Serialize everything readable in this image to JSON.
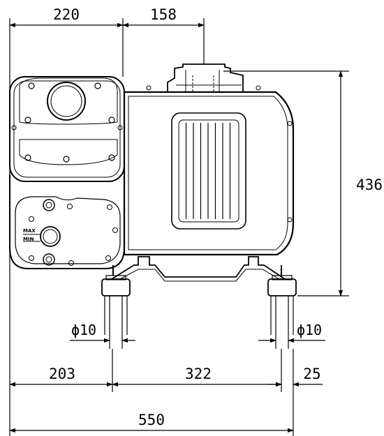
{
  "dimensions": {
    "top_left": "220",
    "top_right": "158",
    "height": "436",
    "bottom_left": "203",
    "bottom_middle": "322",
    "bottom_right": "25",
    "total_width": "550",
    "foot_left_diameter": "ϕ10",
    "foot_right_diameter": "ϕ10"
  },
  "gauge": {
    "max_label": "MAX",
    "min_label": "MIN"
  }
}
